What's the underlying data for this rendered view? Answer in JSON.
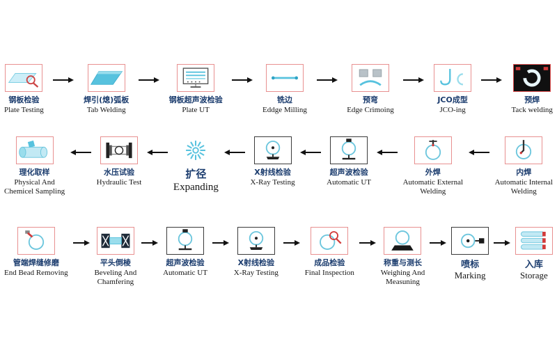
{
  "page": {
    "background": "#ffffff"
  },
  "colors": {
    "frame_pink": "#e89090",
    "frame_black": "#3a3a3a",
    "frame_red_dark": "#e05050",
    "light_blue": "#57c2de",
    "pale_blue": "#c2e9f4",
    "navy_text": "#1b3c6e",
    "arrow": "#111111",
    "red_accent": "#d23a3a"
  },
  "rows": [
    {
      "direction": "right",
      "steps": [
        {
          "zh": "钢板检验",
          "en": "Plate Testing",
          "icon": "plate-testing-icon",
          "frame": "pink",
          "size": ""
        },
        {
          "zh": "焊引(熄)弧板",
          "en": "Tab Welding",
          "icon": "tab-welding-icon",
          "frame": "pink",
          "size": ""
        },
        {
          "zh": "钢板超声波检验",
          "en": "Plate UT",
          "icon": "plate-ut-icon",
          "frame": "pink",
          "size": ""
        },
        {
          "zh": "铣边",
          "en": "Eddge Milling",
          "icon": "edge-milling-icon",
          "frame": "pink",
          "size": ""
        },
        {
          "zh": "预弯",
          "en": "Edge Crimoing",
          "icon": "edge-crimping-icon",
          "frame": "pink",
          "size": ""
        },
        {
          "zh": "JCO成型",
          "en": "JCO-ing",
          "icon": "jco-forming-icon",
          "frame": "pink",
          "size": ""
        },
        {
          "zh": "预焊",
          "en": "Tack welding",
          "icon": "tack-welding-icon",
          "frame": "dark",
          "size": ""
        }
      ]
    },
    {
      "direction": "left",
      "steps": [
        {
          "zh": "理化取样",
          "en": "Physical And\nChemicel Sampling",
          "icon": "sampling-pipe-icon",
          "frame": "pink",
          "size": ""
        },
        {
          "zh": "水压试验",
          "en": "Hydraulic Test",
          "icon": "hydraulic-test-icon",
          "frame": "pink",
          "size": ""
        },
        {
          "zh": "扩径",
          "en": "Expanding",
          "icon": "expanding-icon",
          "frame": "none",
          "size": "lg"
        },
        {
          "zh": "X射线检验",
          "en": "X-Ray Testing",
          "icon": "xray-testing-icon",
          "frame": "black",
          "size": ""
        },
        {
          "zh": "超声波检验",
          "en": "Automatic UT",
          "icon": "ultrasonic-testing-icon",
          "frame": "black",
          "size": ""
        },
        {
          "zh": "外焊",
          "en": "Automatic External\nWelding",
          "icon": "external-welding-icon",
          "frame": "pink",
          "size": ""
        },
        {
          "zh": "内焊",
          "en": "Automatic Internal\nWelding",
          "icon": "internal-welding-icon",
          "frame": "pink",
          "size": ""
        }
      ]
    },
    {
      "direction": "right",
      "steps": [
        {
          "zh": "管端焊缝修磨",
          "en": "End Bead Removing",
          "icon": "end-bead-removing-icon",
          "frame": "pink",
          "size": ""
        },
        {
          "zh": "平头倒棱",
          "en": "Beveling And\nChamfering",
          "icon": "beveling-chamfering-icon",
          "frame": "pink",
          "size": ""
        },
        {
          "zh": "超声波检验",
          "en": "Automatic UT",
          "icon": "ultrasonic-testing-icon",
          "frame": "black",
          "size": ""
        },
        {
          "zh": "X射线检验",
          "en": "X-Ray Testing",
          "icon": "xray-testing-icon",
          "frame": "black",
          "size": ""
        },
        {
          "zh": "成品检验",
          "en": "Final Inspection",
          "icon": "final-inspection-icon",
          "frame": "pink",
          "size": ""
        },
        {
          "zh": "称重与测长",
          "en": "Weighing And\nMeasuning",
          "icon": "weighing-icon",
          "frame": "pink",
          "size": ""
        },
        {
          "zh": "喷标",
          "en": "Marking",
          "icon": "marking-icon",
          "frame": "black",
          "size": "md"
        },
        {
          "zh": "入库",
          "en": "Storage",
          "icon": "storage-icon",
          "frame": "pink",
          "size": "md"
        }
      ]
    }
  ]
}
